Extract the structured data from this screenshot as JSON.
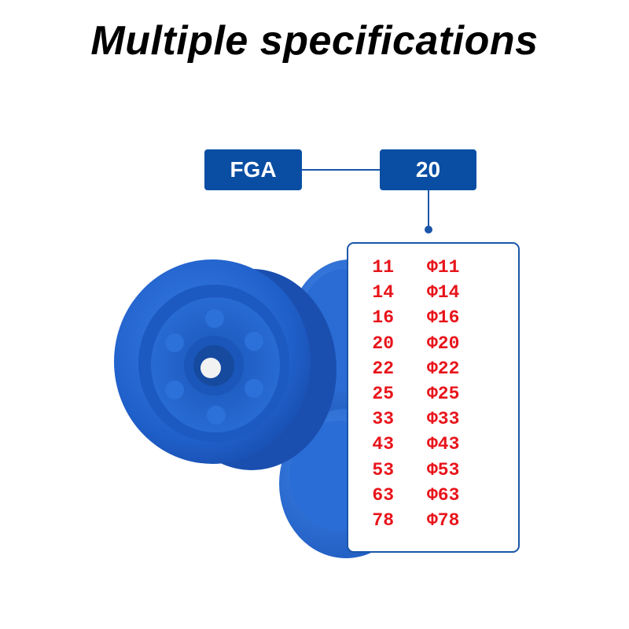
{
  "title": "Multiple specifications",
  "model": {
    "series": "FGA",
    "size": "20"
  },
  "spec_rows": [
    {
      "code": "11",
      "diameter": "Φ11"
    },
    {
      "code": "14",
      "diameter": "Φ14"
    },
    {
      "code": "16",
      "diameter": "Φ16"
    },
    {
      "code": "20",
      "diameter": "Φ20"
    },
    {
      "code": "22",
      "diameter": "Φ22"
    },
    {
      "code": "25",
      "diameter": "Φ25"
    },
    {
      "code": "33",
      "diameter": "Φ33"
    },
    {
      "code": "43",
      "diameter": "Φ43"
    },
    {
      "code": "53",
      "diameter": "Φ53"
    },
    {
      "code": "63",
      "diameter": "Φ63"
    },
    {
      "code": "78",
      "diameter": "Φ78"
    }
  ],
  "colors": {
    "tag_background": "#0a4ea3",
    "connector": "#1a56a8",
    "spec_text": "#e8141b",
    "spec_border": "#1a56a8",
    "product_blue": "#1f5fc9"
  },
  "icons": {
    "product": "blue-vacuum-suction-cup"
  }
}
